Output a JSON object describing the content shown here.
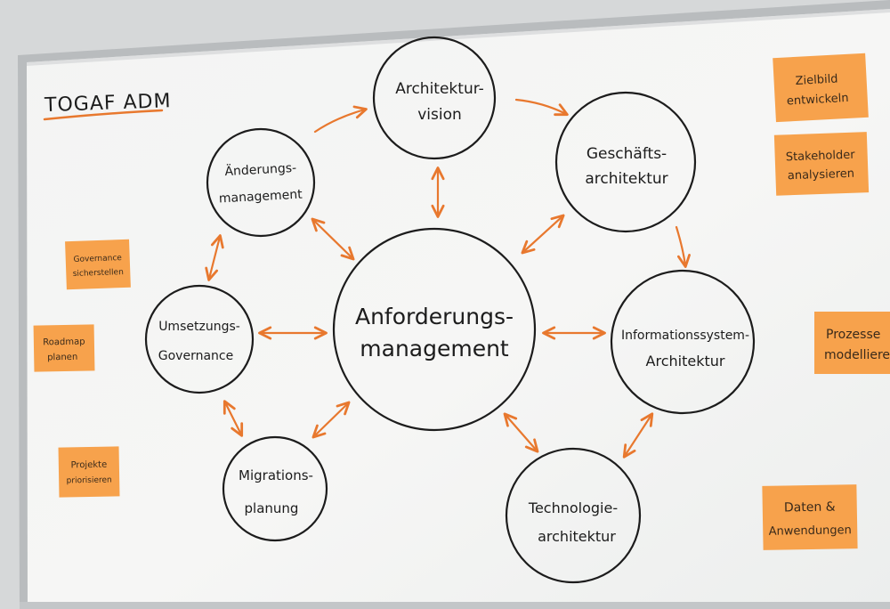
{
  "board": {
    "title": "TOGAF ADM",
    "colors": {
      "ink": "#1c1c1c",
      "arrow": "#e8782e",
      "sticky": "#f7a24c",
      "board": "#f4f5f4",
      "frame": "#b9bcbe"
    }
  },
  "nodes": {
    "center": [
      "Anforderungs-",
      "management"
    ],
    "vision": [
      "Architektur-",
      "vision"
    ],
    "business": [
      "Geschäfts-",
      "architektur"
    ],
    "infosys": [
      "Informationssystem-",
      "Architektur"
    ],
    "technology": [
      "Technologie-",
      "architektur"
    ],
    "migration": [
      "Migrations-",
      "planung"
    ],
    "governance": [
      "Umsetzungs-",
      "Governance"
    ],
    "change": [
      "Änderungs-",
      "management"
    ]
  },
  "notes": {
    "zielbild": [
      "Zielbild",
      "entwickeln"
    ],
    "stakeholder": [
      "Stakeholder",
      "analysieren"
    ],
    "prozesse": [
      "Prozesse",
      "modelliere"
    ],
    "daten": [
      "Daten &",
      "Anwendungen"
    ],
    "governance": [
      "Governance",
      "sicherstellen"
    ],
    "roadmap": [
      "Roadmap",
      "planen"
    ],
    "projekte": [
      "Projekte",
      "priorisieren"
    ]
  }
}
